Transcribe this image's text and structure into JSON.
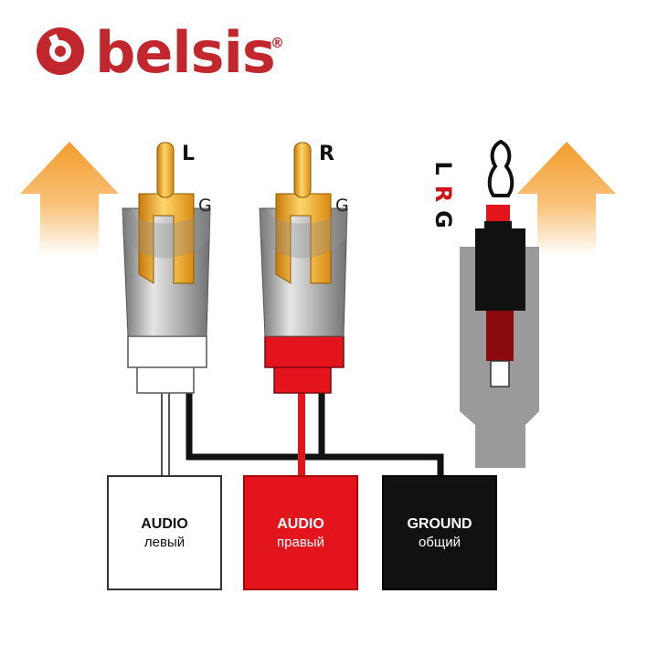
{
  "brand": {
    "name": "belsis",
    "registered": "®",
    "color": "#c1272d"
  },
  "rca_left": {
    "signal_label": "L",
    "ground_label": "G",
    "collar_color": "#ffffff"
  },
  "rca_right": {
    "signal_label": "R",
    "ground_label": "G",
    "collar_color": "#e3141b"
  },
  "jack": {
    "labels": [
      "L",
      "R",
      "G"
    ],
    "label_colors": [
      "#111111",
      "#d01018",
      "#111111"
    ]
  },
  "boxes": [
    {
      "title": "AUDIO",
      "subtitle": "левый",
      "bg": "#ffffff",
      "fg": "#111111"
    },
    {
      "title": "AUDIO",
      "subtitle": "правый",
      "bg": "#e3141b",
      "fg": "#ffffff"
    },
    {
      "title": "GROUND",
      "subtitle": "общий",
      "bg": "#111111",
      "fg": "#ffffff"
    }
  ],
  "colors": {
    "gold": "#f2a618",
    "chrome": "#9a9a9a",
    "arrow": "#f39c2a"
  }
}
